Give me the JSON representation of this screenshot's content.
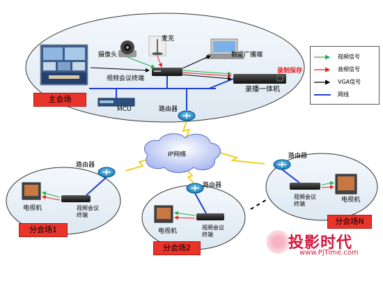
{
  "main_site": {
    "label": "主会场",
    "camera_label": "摄像头",
    "mic_label": "麦克",
    "broadcast_label": "数据广播端",
    "codec_label": "视频会议终端",
    "recorder_label": "录播一体机",
    "record_save_label": "录制保存",
    "mcu_label": "MCU",
    "router_label": "路由器"
  },
  "network": {
    "cloud_label": "IP网络"
  },
  "branches": [
    {
      "label": "分会场1",
      "router_label": "路由器",
      "tv_label": "电视机",
      "terminal_label": "视频会议终端"
    },
    {
      "label": "分会场2",
      "router_label": "路由器",
      "tv_label": "电视机",
      "terminal_label": "视频会议终端"
    },
    {
      "label": "分会场N",
      "router_label": "路由器",
      "tv_label": "电视机",
      "terminal_label": "视频会议终端"
    }
  ],
  "legend": {
    "items": [
      {
        "label": "视频信号",
        "color": "#22b14c"
      },
      {
        "label": "音频信号",
        "color": "#e82020"
      },
      {
        "label": "VGA信号",
        "color": "#000000"
      },
      {
        "label": "网线",
        "color": "#1f3fd0"
      }
    ]
  },
  "watermark": {
    "title": "投影时代",
    "url": "www.PjTime.com"
  }
}
